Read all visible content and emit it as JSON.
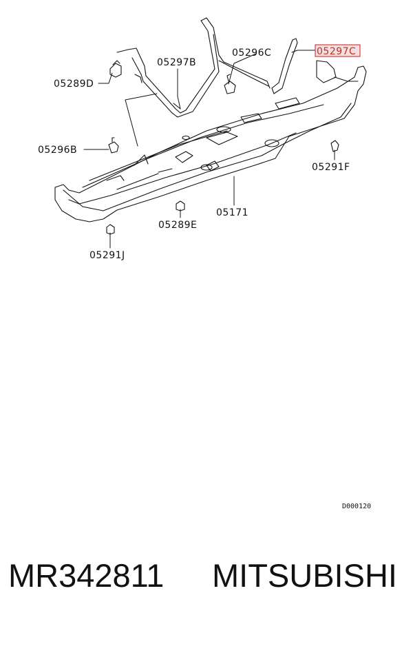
{
  "diagram": {
    "callouts": {
      "c05289D": "05289D",
      "c05297B": "05297B",
      "c05296C": "05296C",
      "c05297C": "05297C",
      "c05296B": "05296B",
      "c05291F": "05291F",
      "c05171": "05171",
      "c05289E": "05289E",
      "c05291J": "05291J"
    },
    "highlighted_callout": "05297C",
    "highlight_color": "#d04040",
    "drawing_code": "D000120"
  },
  "caption": {
    "part_number": "MR342811",
    "brand": "MITSUBISHI"
  }
}
